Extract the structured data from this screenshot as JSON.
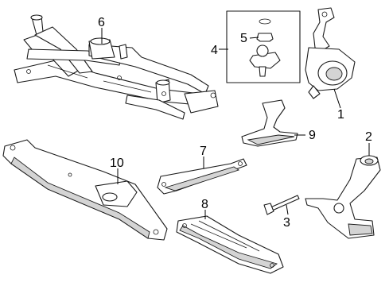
{
  "callouts": {
    "c1": "1",
    "c2": "2",
    "c3": "3",
    "c4": "4",
    "c5": "5",
    "c6": "6",
    "c7": "7",
    "c8": "8",
    "c9": "9",
    "c10": "10"
  },
  "colors": {
    "line": "#1a1a1a",
    "shade": "#d4d4d4",
    "background": "#ffffff"
  }
}
